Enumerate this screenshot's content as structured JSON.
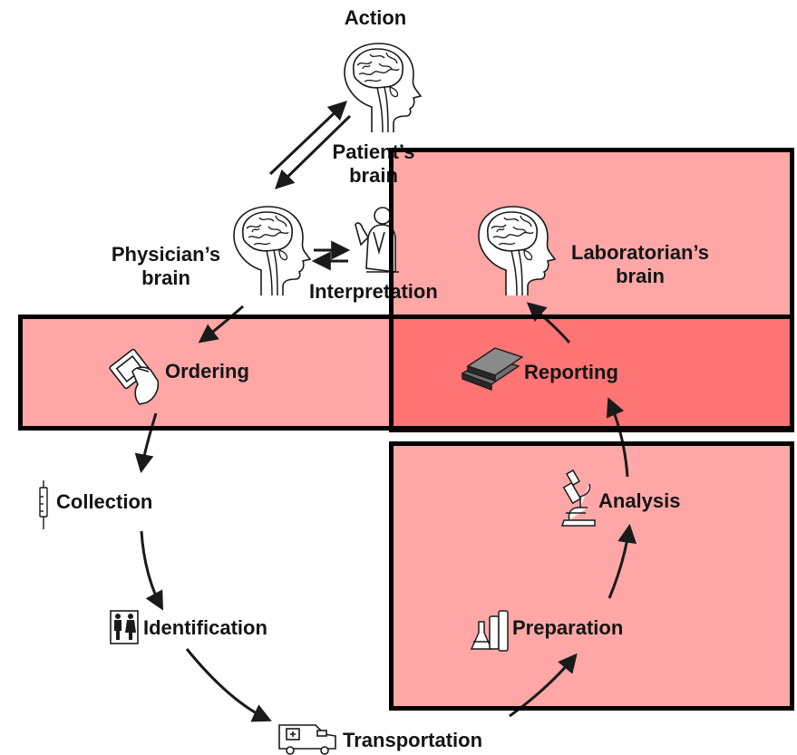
{
  "labels": {
    "action": "Action",
    "patient_brain": [
      "Patient’s",
      "brain"
    ],
    "physician_brain": [
      "Physician’s",
      "brain"
    ],
    "interpretation": "Interpretation",
    "laboratorian_brain": [
      "Laboratorian’s",
      "brain"
    ],
    "ordering": "Ordering",
    "reporting": "Reporting",
    "collection": "Collection",
    "analysis": "Analysis",
    "identification": "Identification",
    "preparation": "Preparation",
    "transportation": "Transportation"
  },
  "highlight_regions": {
    "fill_color": "#ff2d2d",
    "fill_opacity": 0.42,
    "border_color": "#000000",
    "count": 3
  },
  "icons": [
    "patient-brain-head-icon",
    "physician-brain-head-icon",
    "laboratorian-brain-head-icon",
    "interpreter-person-icon",
    "ordering-tablet-hand-icon",
    "reporting-books-icon",
    "collection-syringe-icon",
    "analysis-microscope-icon",
    "identification-patients-icon",
    "preparation-lab-glassware-icon",
    "transportation-ambulance-icon"
  ]
}
